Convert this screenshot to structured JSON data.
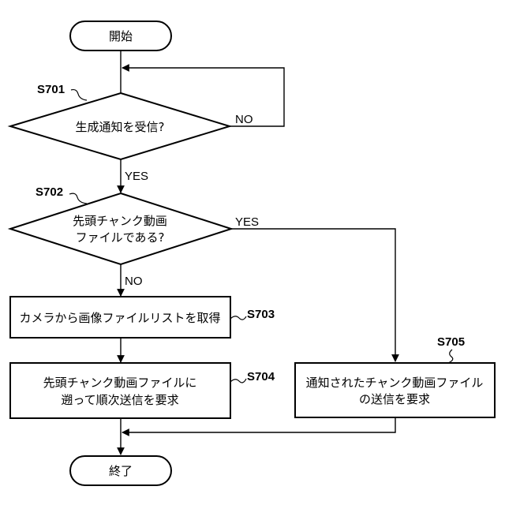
{
  "flowchart": {
    "start": "開始",
    "end": "終了",
    "steps": {
      "s701": {
        "id": "S701",
        "text": "生成通知を受信?"
      },
      "s702": {
        "id": "S702",
        "line1": "先頭チャンク動画",
        "line2": "ファイルである?"
      },
      "s703": {
        "id": "S703",
        "text": "カメラから画像ファイルリストを取得"
      },
      "s704": {
        "id": "S704",
        "line1": "先頭チャンク動画ファイルに",
        "line2": "遡って順次送信を要求"
      },
      "s705": {
        "id": "S705",
        "line1": "通知されたチャンク動画ファイル",
        "line2": "の送信を要求"
      }
    },
    "labels": {
      "s701_no": "NO",
      "s701_yes": "YES",
      "s702_yes": "YES",
      "s702_no": "NO"
    }
  }
}
